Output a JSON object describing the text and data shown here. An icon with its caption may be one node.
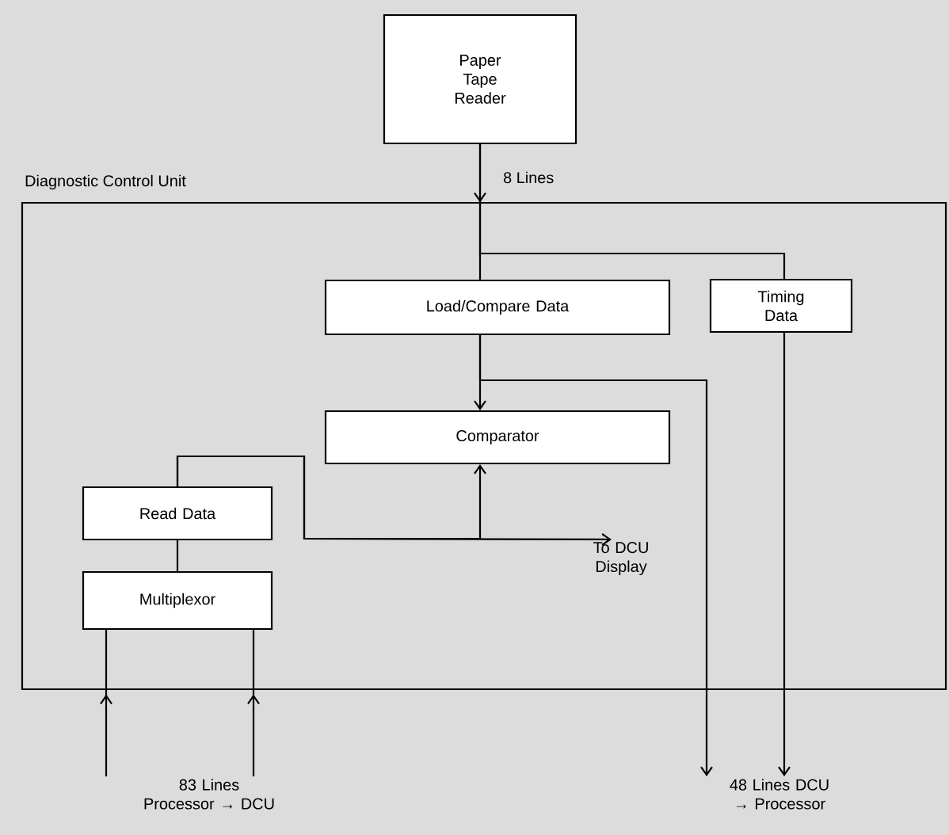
{
  "diagram": {
    "nodes": [
      {
        "text": [
          "Diagnostic Control Unit"
        ]
      },
      {
        "text": [
          "Paper Tape Reader"
        ]
      },
      {
        "text": [
          "Load/Compare Data"
        ],
        "in": 0
      },
      {
        "text": [
          "Timing Data"
        ],
        "in": 0
      },
      {
        "text": [
          "Comparator"
        ],
        "in": 0
      },
      {
        "text": [
          "Read Data"
        ],
        "in": 0
      },
      {
        "text": [
          "Multiplexor"
        ],
        "in": 0
      },
      {
        "text": [
          "To DCU Display"
        ],
        "in": 0
      },
      {
        "text": [
          "83 Lines Processor → DCU"
        ]
      },
      {
        "text": [
          "48 Lines DCU → Processor"
        ]
      }
    ],
    "edges": [
      {
        "from": 1,
        "to": 2,
        "arrow": "to",
        "label": "8 Lines"
      },
      {
        "from": 1,
        "to": 3,
        "arrow": "none"
      },
      {
        "from": 2,
        "to": 4,
        "arrow": "to"
      },
      {
        "from": 2,
        "to": 9,
        "arrow": "to"
      },
      {
        "from": 3,
        "to": 9,
        "arrow": "to"
      },
      {
        "from": 5,
        "to": 4,
        "arrow": "to"
      },
      {
        "from": 5,
        "to": 7,
        "arrow": "to"
      },
      {
        "from": 6,
        "to": 5,
        "arrow": "none"
      },
      {
        "from": 8,
        "to": 6,
        "arrow": "to"
      },
      {
        "from": 8,
        "to": 6,
        "arrow": "to"
      }
    ]
  }
}
